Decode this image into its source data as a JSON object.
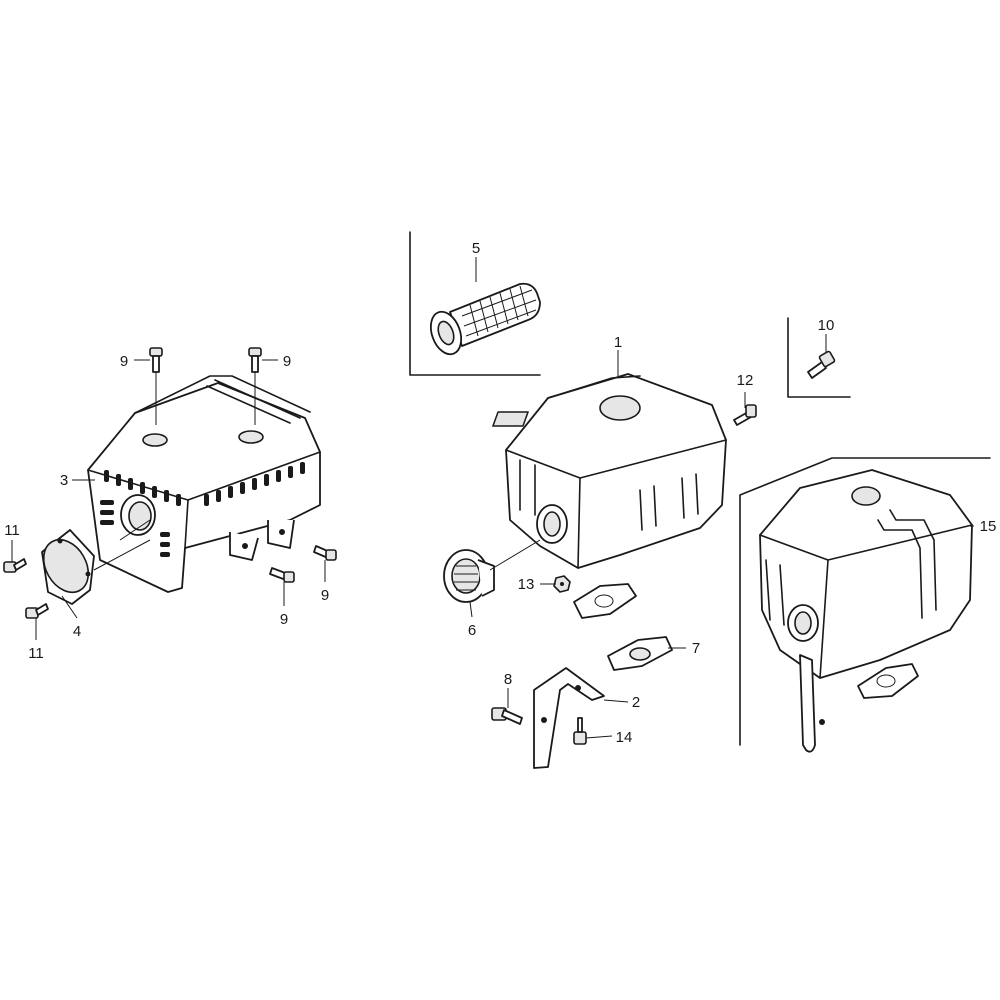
{
  "callouts": [
    {
      "id": "c1",
      "label": "1"
    },
    {
      "id": "c2",
      "label": "2"
    },
    {
      "id": "c3",
      "label": "3"
    },
    {
      "id": "c4",
      "label": "4"
    },
    {
      "id": "c5",
      "label": "5"
    },
    {
      "id": "c6",
      "label": "6"
    },
    {
      "id": "c7",
      "label": "7"
    },
    {
      "id": "c8",
      "label": "8"
    },
    {
      "id": "c9a",
      "label": "9"
    },
    {
      "id": "c9b",
      "label": "9"
    },
    {
      "id": "c9c",
      "label": "9"
    },
    {
      "id": "c9d",
      "label": "9"
    },
    {
      "id": "c10",
      "label": "10"
    },
    {
      "id": "c11a",
      "label": "11"
    },
    {
      "id": "c11b",
      "label": "11"
    },
    {
      "id": "c12",
      "label": "12"
    },
    {
      "id": "c13",
      "label": "13"
    },
    {
      "id": "c14",
      "label": "14"
    },
    {
      "id": "c15",
      "label": "15"
    }
  ]
}
